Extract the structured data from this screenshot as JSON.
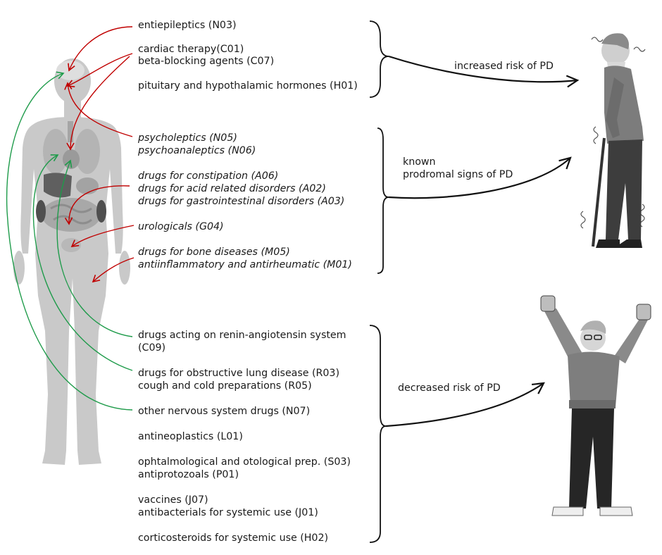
{
  "colors": {
    "red_arrow": "#c00000",
    "green_arrow": "#1e9b4a",
    "brace": "#111111",
    "body": "#c9c9c9"
  },
  "icons": [
    "human-body-organs-icon",
    "elderly-man-with-cane-icon",
    "cheerful-elderly-man-icon"
  ],
  "groups": {
    "increased": {
      "label": "increased risk of PD",
      "items": [
        "entiepileptics (N03)",
        "cardiac therapy(C01)",
        "beta-blocking agents (C07)",
        "pituitary and hypothalamic hormones (H01)"
      ]
    },
    "prodromal": {
      "label_line1": "known",
      "label_line2": "prodromal signs of PD",
      "items": [
        "psycholeptics (N05)",
        "psychoanaleptics (N06)",
        "drugs for constipation (A06)",
        "drugs for acid related disorders (A02)",
        "drugs for gastrointestinal disorders (A03)",
        "urologicals (G04)",
        "drugs for bone diseases (M05)",
        "antiinflammatory and antirheumatic (M01)"
      ]
    },
    "decreased": {
      "label": "decreased risk of PD",
      "items": [
        "drugs acting on renin-angiotensin system",
        "(C09)",
        "drugs for obstructive lung disease (R03)",
        "cough and cold preparations (R05)",
        "other nervous system drugs (N07)",
        "antineoplastics (L01)",
        "ophtalmological and otological prep. (S03)",
        "antiprotozoals (P01)",
        "vaccines (J07)",
        "antibacterials for systemic use (J01)",
        "corticosteroids for systemic use (H02)"
      ]
    }
  }
}
